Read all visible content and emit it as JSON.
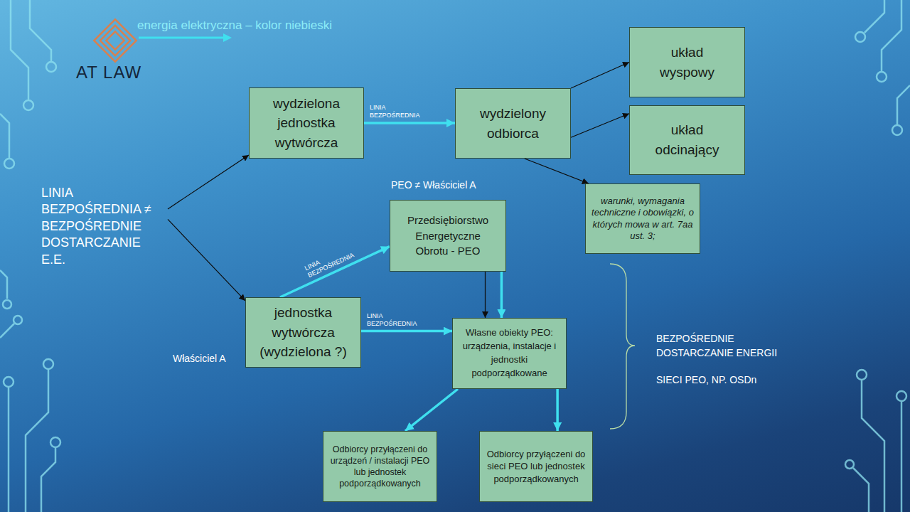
{
  "diagram": {
    "nodes": [
      {
        "text": [
          "wydzielona jednostka wytwórcza"
        ]
      },
      {
        "text": [
          "wydzielony odbiorca"
        ]
      },
      {
        "text": [
          "układ wyspowy"
        ]
      },
      {
        "text": [
          "układ odcinający"
        ]
      },
      {
        "text": [
          "LINIA BEZPOŚREDNIA ≠ BEZPOŚREDNIE DOSTARCZANIE E.E."
        ]
      },
      {
        "text": [
          "warunki, wymagania techniczne i obowiązki, o których mowa w art. 7aa ust. 3;"
        ]
      },
      {
        "text": [
          "Przedsiębiorstwo Energetyczne Obrotu - PEO"
        ]
      },
      {
        "text": [
          "jednostka wytwórcza (wydzielona ?)"
        ]
      },
      {
        "text": [
          "Własne obiekty PEO: urządzenia, instalacje i jednostki podporządkowane"
        ]
      },
      {
        "text": [
          "Odbiorcy przyłączeni do urządzeń / instalacji PEO lub jednostek podporządkowanych"
        ]
      },
      {
        "text": [
          "Odbiorcy przyłączeni do sieci PEO lub jednostek podporządkowanych"
        ]
      }
    ],
    "edges": [
      {
        "from": 4,
        "to": 0,
        "arrow": "to"
      },
      {
        "from": 4,
        "to": 7,
        "arrow": "to"
      },
      {
        "from": 0,
        "to": 1,
        "label": "LINIA BEZPOŚREDNIA",
        "arrow": "to"
      },
      {
        "from": 1,
        "to": 2,
        "arrow": "to"
      },
      {
        "from": 1,
        "to": 3,
        "arrow": "to"
      },
      {
        "from": 1,
        "to": 5,
        "arrow": "to"
      },
      {
        "from": 7,
        "to": 6,
        "label": "LINIA BEZPOŚREDNIA",
        "arrow": "to"
      },
      {
        "from": 7,
        "to": 8,
        "label": "LINIA BEZPOŚREDNIA",
        "arrow": "to"
      },
      {
        "from": 6,
        "to": 8,
        "arrow": "to"
      },
      {
        "from": 6,
        "to": 8,
        "arrow": "to"
      },
      {
        "from": 8,
        "to": 9,
        "arrow": "to"
      },
      {
        "from": 8,
        "to": 10,
        "arrow": "to"
      }
    ],
    "labels": [
      "AT LAW",
      "PEO ≠ Właściciel A",
      "Właściciel A",
      "BEZPOŚREDNIE DOSTARCZANIE ENERGII",
      "SIECI PEO, NP. OSDn"
    ],
    "legend": [
      {
        "text": "energia elektryczna – kolor niebieski"
      }
    ]
  }
}
